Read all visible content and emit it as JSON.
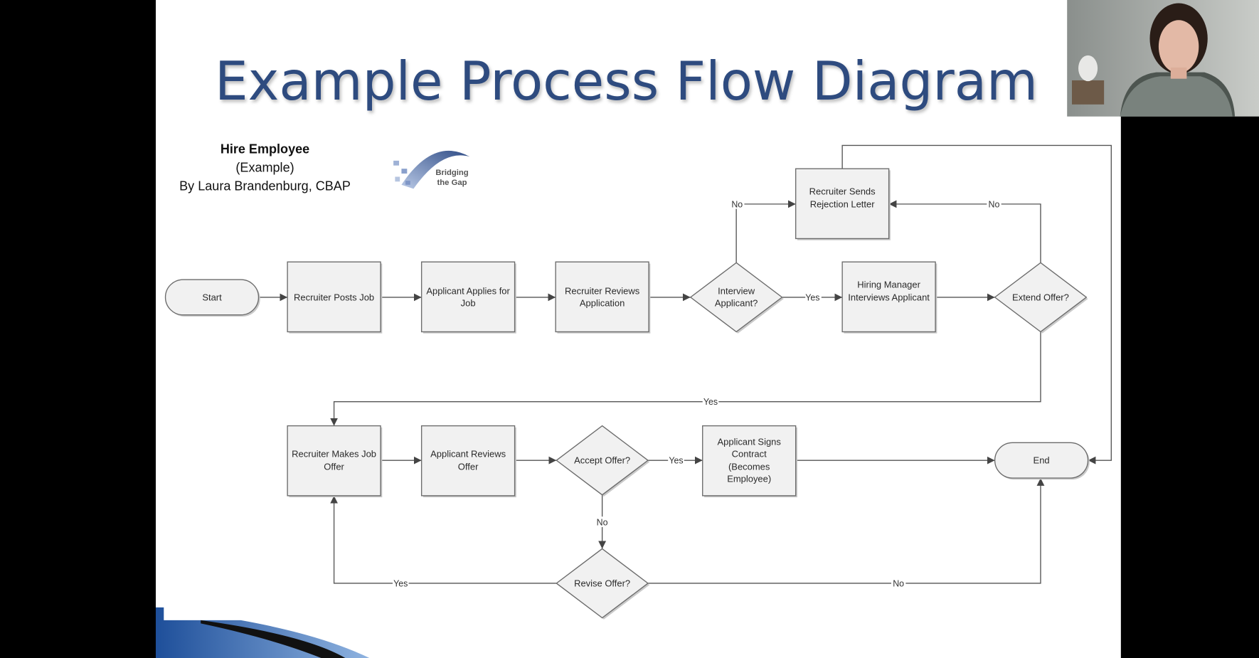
{
  "slide": {
    "title": "Example Process Flow Diagram",
    "title_color": "#2e4b7f",
    "header": {
      "name": "Hire Employee",
      "subtitle": "(Example)",
      "author": "By Laura Brandenburg, CBAP"
    },
    "logo": {
      "line1": "Bridging",
      "line2": "the Gap"
    }
  },
  "nodes": {
    "start": {
      "lines": [
        "Start"
      ]
    },
    "posts_job": {
      "lines": [
        "Recruiter Posts Job"
      ]
    },
    "applies": {
      "lines": [
        "Applicant Applies for",
        "Job"
      ]
    },
    "reviews_app": {
      "lines": [
        "Recruiter Reviews",
        "Application"
      ]
    },
    "interview": {
      "lines": [
        "Interview",
        "Applicant?"
      ]
    },
    "hm_interviews": {
      "lines": [
        "Hiring Manager",
        "Interviews Applicant"
      ]
    },
    "extend": {
      "lines": [
        "Extend Offer?"
      ]
    },
    "rejection": {
      "lines": [
        "Recruiter Sends",
        "Rejection Letter"
      ]
    },
    "makes_offer": {
      "lines": [
        "Recruiter Makes Job",
        "Offer"
      ]
    },
    "reviews_offer": {
      "lines": [
        "Applicant Reviews",
        "Offer"
      ]
    },
    "accept": {
      "lines": [
        "Accept Offer?"
      ]
    },
    "signs": {
      "lines": [
        "Applicant Signs",
        "Contract",
        "(Becomes",
        "Employee)"
      ]
    },
    "end": {
      "lines": [
        "End"
      ]
    },
    "revise": {
      "lines": [
        "Revise Offer?"
      ]
    }
  },
  "edge_labels": {
    "interview_yes": "Yes",
    "interview_no": "No",
    "extend_no": "No",
    "extend_yes": "Yes",
    "accept_yes": "Yes",
    "accept_no": "No",
    "revise_yes": "Yes",
    "revise_no": "No"
  }
}
